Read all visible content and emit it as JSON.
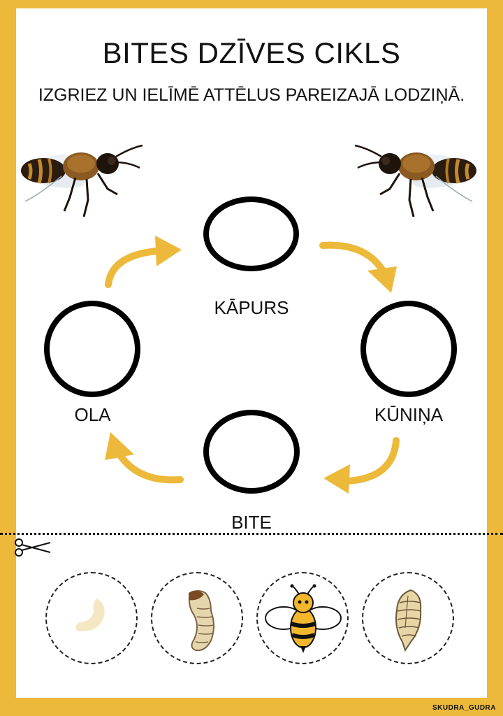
{
  "title": "BITES DZĪVES CIKLS",
  "instruction": "IZGRIEZ UN IELĪMĒ ATTĒLUS PAREIZAJĀ LODZIŅĀ.",
  "stages": {
    "top": "KĀPURS",
    "right": "KŪNIŅA",
    "bottom": "BITE",
    "left": "OLA"
  },
  "footer": "SKUDRA_GUDRA",
  "colors": {
    "frame": "#EDB93A",
    "arrow": "#EDB93A",
    "ring": "#000000"
  },
  "cutout_icons": [
    "egg-icon",
    "larva-icon",
    "bee-icon",
    "pupa-icon"
  ]
}
